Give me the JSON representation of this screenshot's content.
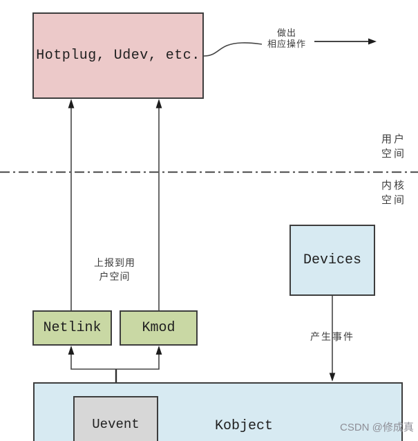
{
  "boxes": {
    "hotplug": {
      "label": "Hotplug, Udev, etc.",
      "fill": "#ecc9c9"
    },
    "devices": {
      "label": "Devices",
      "fill": "#d7eaf2"
    },
    "netlink": {
      "label": "Netlink",
      "fill": "#c9d8a4"
    },
    "kmod": {
      "label": "Kmod",
      "fill": "#c9d8a4"
    },
    "kobject": {
      "label": "Kobject",
      "fill": "#d7eaf2"
    },
    "uevent": {
      "label": "Uevent",
      "fill": "#d7d7d7"
    }
  },
  "labels": {
    "action_line1": "做出",
    "action_line2": "相应操作",
    "user_space_line1": "用户",
    "user_space_line2": "空间",
    "kernel_space_line1": "内核",
    "kernel_space_line2": "空间",
    "report_line1": "上报到用",
    "report_line2": "户空间",
    "generate_event": "产生事件"
  },
  "watermark": "CSDN @修成真",
  "colors": {
    "box_border": "#3d3d3d",
    "pink_fill": "#ecc9c9",
    "green_fill": "#c9d8a4",
    "blue_fill": "#d7eaf2",
    "gray_fill": "#d7d7d7",
    "line": "#454545",
    "divider": "#5a5a5a",
    "watermark_text": "#8e8e96",
    "background": "#ffffff"
  }
}
